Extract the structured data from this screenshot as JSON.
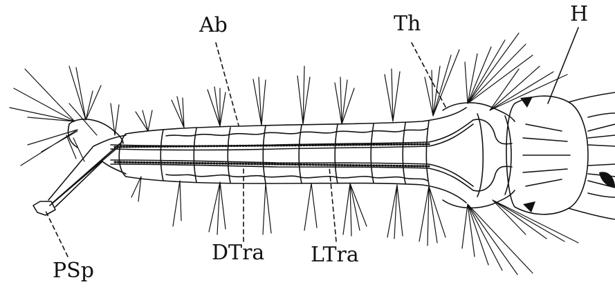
{
  "labels": {
    "ab": "Ab",
    "th": "Th",
    "h": "H",
    "psp": "PSp",
    "dtra": "DTra",
    "ltra": "LTra"
  },
  "colors": {
    "ink": "#111111",
    "paper": "#ffffff"
  }
}
